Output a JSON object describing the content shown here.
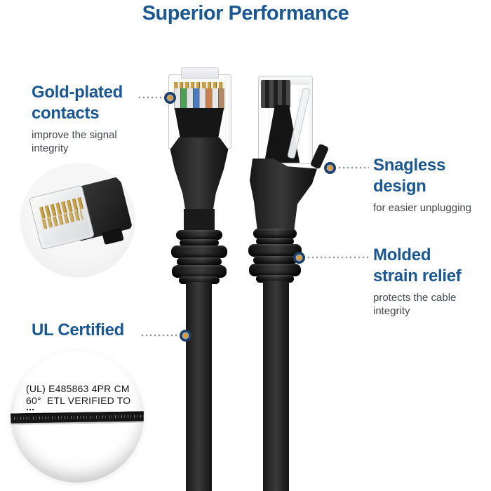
{
  "title": {
    "text": "Superior Performance"
  },
  "colors": {
    "heading_blue": "#1b5790",
    "subtext_gray": "#43474b",
    "marker_orange": "#dd9a35",
    "marker_navy": "#1d3f66",
    "leader_gray": "#90969c",
    "cable_black": "#1c1c1c",
    "gold_pins": "#c9a345",
    "background": "#ffffff"
  },
  "callouts": {
    "gold_plated": {
      "heading_line1": "Gold-plated",
      "heading_line2": "contacts",
      "sub_line1": "improve the signal",
      "sub_line2": "integrity"
    },
    "snagless": {
      "heading_line1": "Snagless",
      "heading_line2": "design",
      "sub_line1": "for easier unplugging"
    },
    "strain_relief": {
      "heading_line1": "Molded",
      "heading_line2": "strain relief",
      "sub_line1": "protects the cable",
      "sub_line2": "integrity"
    },
    "ul_certified": {
      "heading_line1": "UL Certified"
    }
  },
  "magnifier": {
    "print_line1": "(UL) E485863 4PR CM",
    "print_line2": "60°  ETL VERIFIED TO",
    "ellipsis": "..."
  }
}
